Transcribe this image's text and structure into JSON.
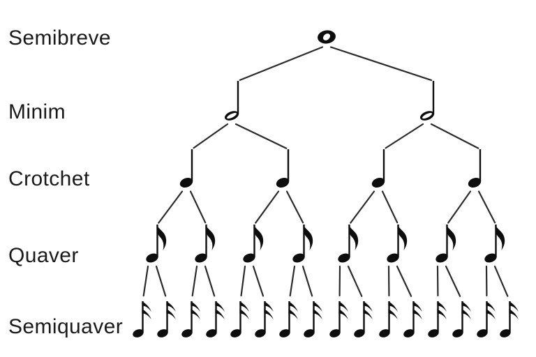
{
  "rows": [
    {
      "label": "Semibreve",
      "note": "semibreve",
      "count": 1
    },
    {
      "label": "Minim",
      "note": "minim",
      "count": 2
    },
    {
      "label": "Crotchet",
      "note": "crotchet",
      "count": 4
    },
    {
      "label": "Quaver",
      "note": "quaver",
      "count": 8
    },
    {
      "label": "Semiquaver",
      "note": "semiquaver",
      "count": 16
    }
  ],
  "colors": {
    "background": "#ffffff",
    "ink": "#0d0d0d",
    "line": "#2b2b2b",
    "text": "#1a1a1a"
  }
}
